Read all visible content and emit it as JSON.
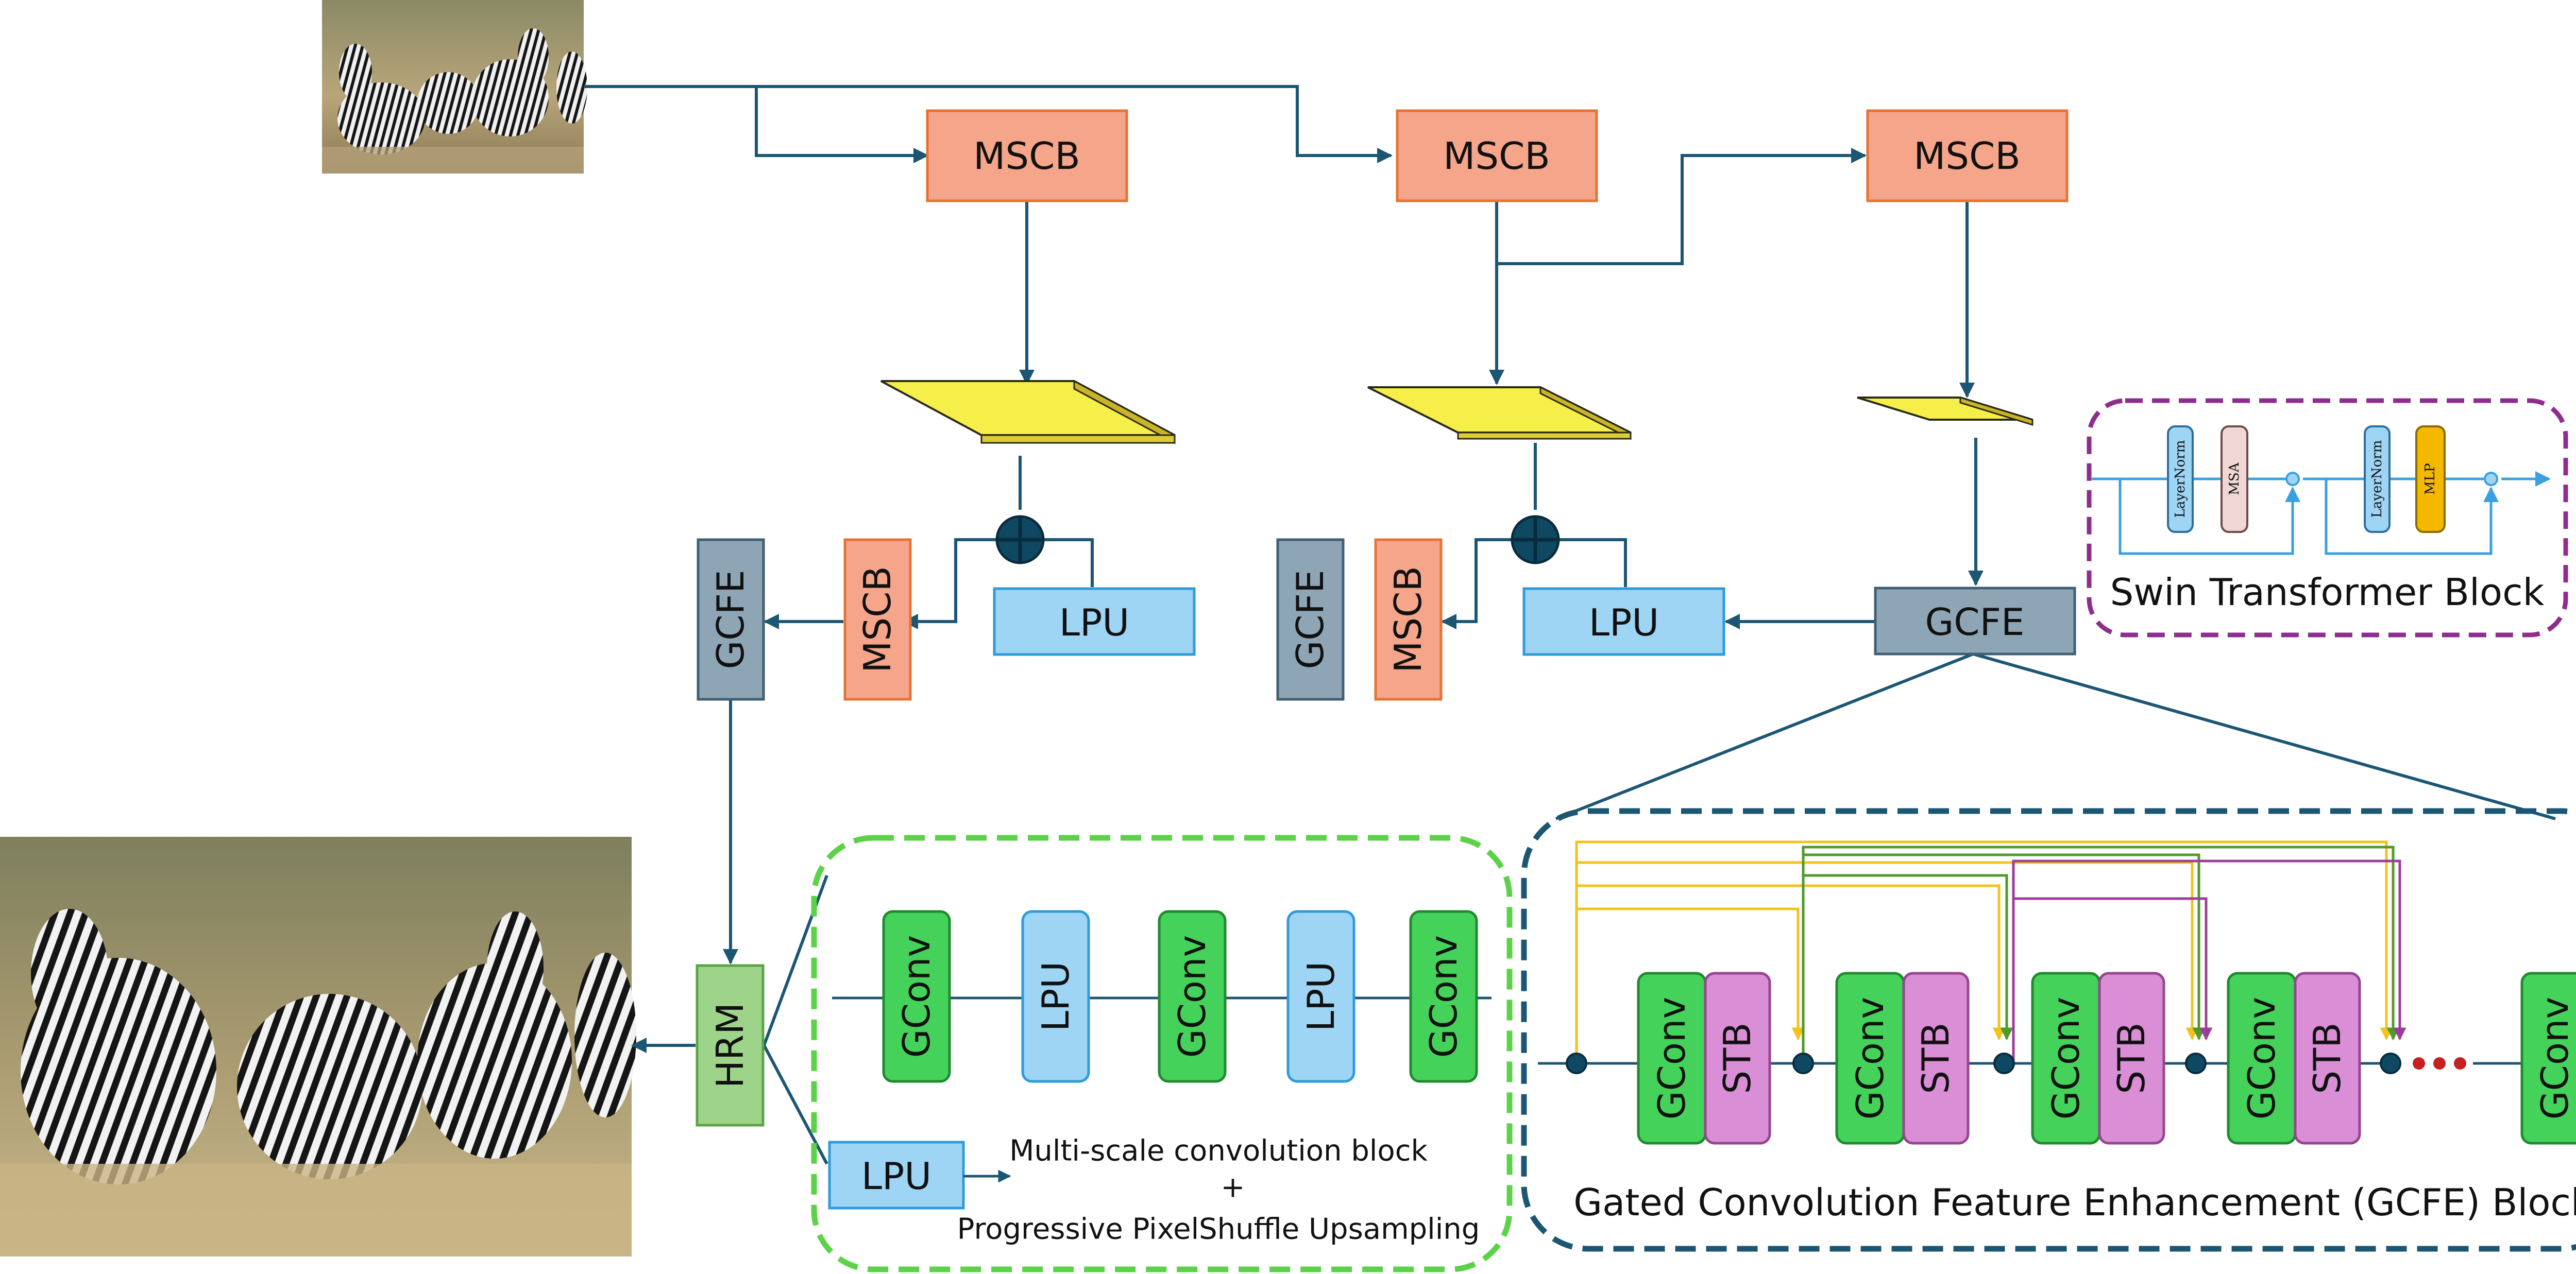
{
  "colors": {
    "mscb_fill": "#f4a58a",
    "mscb_stroke": "#e57335",
    "lpu_fill": "#9ed4f4",
    "lpu_stroke": "#2f9bd9",
    "gcfe_fill": "#8ea5b5",
    "gcfe_stroke": "#3f5f74",
    "gconv_fill": "#45d25a",
    "gconv_stroke": "#218a30",
    "stb_fill": "#d98ed6",
    "stb_stroke": "#96458f",
    "hrm_fill": "#9ed38a",
    "hrm_stroke": "#5aa348",
    "feature_fill": "#f6ef4a",
    "feature_stroke": "#b7a51d",
    "connector": "#1b5673",
    "skip_yellow": "#f3c21b",
    "skip_green": "#4f9a2a",
    "skip_purple": "#9c3d9b",
    "swin_border": "#8e2d8d",
    "gcfe_border": "#1b5673",
    "legend_border": "#5bd248",
    "dots": "#c62020"
  },
  "encoder": {
    "mscb_label": "MSCB"
  },
  "decoder": {
    "gcfe_label": "GCFE",
    "mscb_label": "MSCB",
    "lpu_label": "LPU",
    "hrm_label": "HRM"
  },
  "swin_block": {
    "caption": "Swin Transformer Block",
    "layernorm_label": "LayerNorm",
    "msa_label": "MSA",
    "mlp_label": "MLP"
  },
  "legend": {
    "gconv_label": "GConv",
    "lpu_label": "LPU",
    "note_line1": "Multi-scale convolution block",
    "note_plus": "+",
    "note_line2": "Progressive PixelShuffle Upsampling"
  },
  "gcfe_block": {
    "caption": "Gated Convolution Feature Enhancement (GCFE) Block",
    "gconv_label": "GConv",
    "stb_label": "STB"
  },
  "images": {
    "input_image": "zebra-herd-input-thumbnail",
    "output_image": "zebra-herd-output-upscaled"
  }
}
